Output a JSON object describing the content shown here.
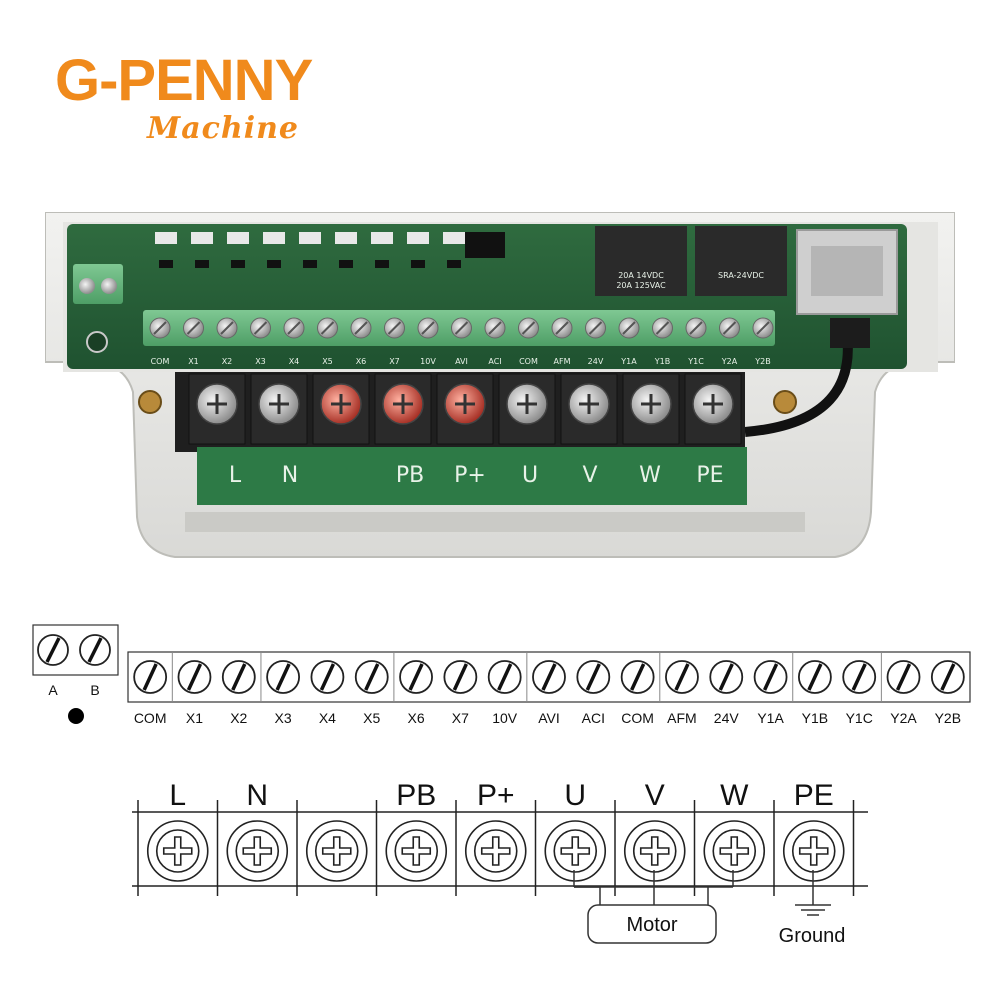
{
  "brand": {
    "title": "G-PENNY",
    "subtitle": "Machine"
  },
  "photo": {
    "pcb_labels": [
      "COM",
      "X1",
      "X2",
      "X3",
      "X4",
      "X5",
      "X6",
      "X7",
      "10V",
      "AVI",
      "ACI",
      "COM",
      "AFM",
      "24V",
      "Y1A",
      "Y1B",
      "Y1C",
      "Y2A",
      "Y2B"
    ],
    "relay_text": [
      "20A 14VDC",
      "20A 125VAC",
      "SRA-24VDC"
    ],
    "power_labels": [
      "L",
      "N",
      "PB",
      "P+",
      "U",
      "V",
      "W",
      "PE"
    ]
  },
  "diagram": {
    "ab_labels": [
      "A",
      "B"
    ],
    "control_terminals": [
      "COM",
      "X1",
      "X2",
      "X3",
      "X4",
      "X5",
      "X6",
      "X7",
      "10V",
      "AVI",
      "ACI",
      "COM",
      "AFM",
      "24V",
      "Y1A",
      "Y1B",
      "Y1C",
      "Y2A",
      "Y2B"
    ],
    "power_terminals": [
      "L",
      "N",
      "",
      "PB",
      "P+",
      "U",
      "V",
      "W",
      "PE"
    ],
    "motor_label": "Motor",
    "ground_label": "Ground"
  }
}
